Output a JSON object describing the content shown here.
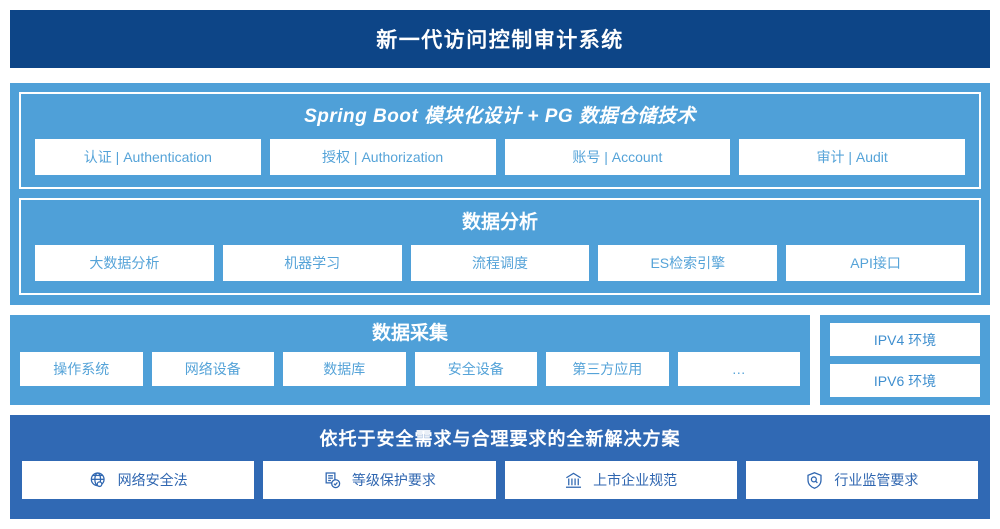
{
  "header": {
    "title": "新一代访问控制审计系统",
    "bg_color": "#0d4587"
  },
  "platform": {
    "bg_color": "#4fa0d8",
    "groups": [
      {
        "title": "Spring Boot 模块化设计 + PG 数据仓储技术",
        "italic": true,
        "items": [
          {
            "label": "认证 | Authentication"
          },
          {
            "label": "授权 | Authorization"
          },
          {
            "label": "账号 | Account"
          },
          {
            "label": "审计 | Audit"
          }
        ]
      },
      {
        "title": "数据分析",
        "italic": false,
        "items": [
          {
            "label": "大数据分析"
          },
          {
            "label": "机器学习"
          },
          {
            "label": "流程调度"
          },
          {
            "label": "ES检索引擎"
          },
          {
            "label": "API接口"
          }
        ]
      }
    ]
  },
  "collection": {
    "bg_color": "#4fa0d8",
    "title": "数据采集",
    "items": [
      {
        "label": "操作系统"
      },
      {
        "label": "网络设备"
      },
      {
        "label": "数据库"
      },
      {
        "label": "安全设备"
      },
      {
        "label": "第三方应用"
      },
      {
        "label": "…"
      }
    ],
    "environments": [
      {
        "label": "IPV4 环境"
      },
      {
        "label": "IPV6 环境"
      }
    ]
  },
  "compliance": {
    "bg_color": "#3069b4",
    "title": "依托于安全需求与合理要求的全新解决方案",
    "items": [
      {
        "label": "网络安全法",
        "icon": "globe-icon"
      },
      {
        "label": "等级保护要求",
        "icon": "document-check-icon"
      },
      {
        "label": "上市企业规范",
        "icon": "bank-icon"
      },
      {
        "label": "行业监管要求",
        "icon": "shield-search-icon"
      }
    ]
  },
  "text_colors": {
    "platform_chip": "#55a3d8",
    "env_chip": "#3f8fcf",
    "compliance_chip": "#2f66b0",
    "title": "#ffffff"
  }
}
